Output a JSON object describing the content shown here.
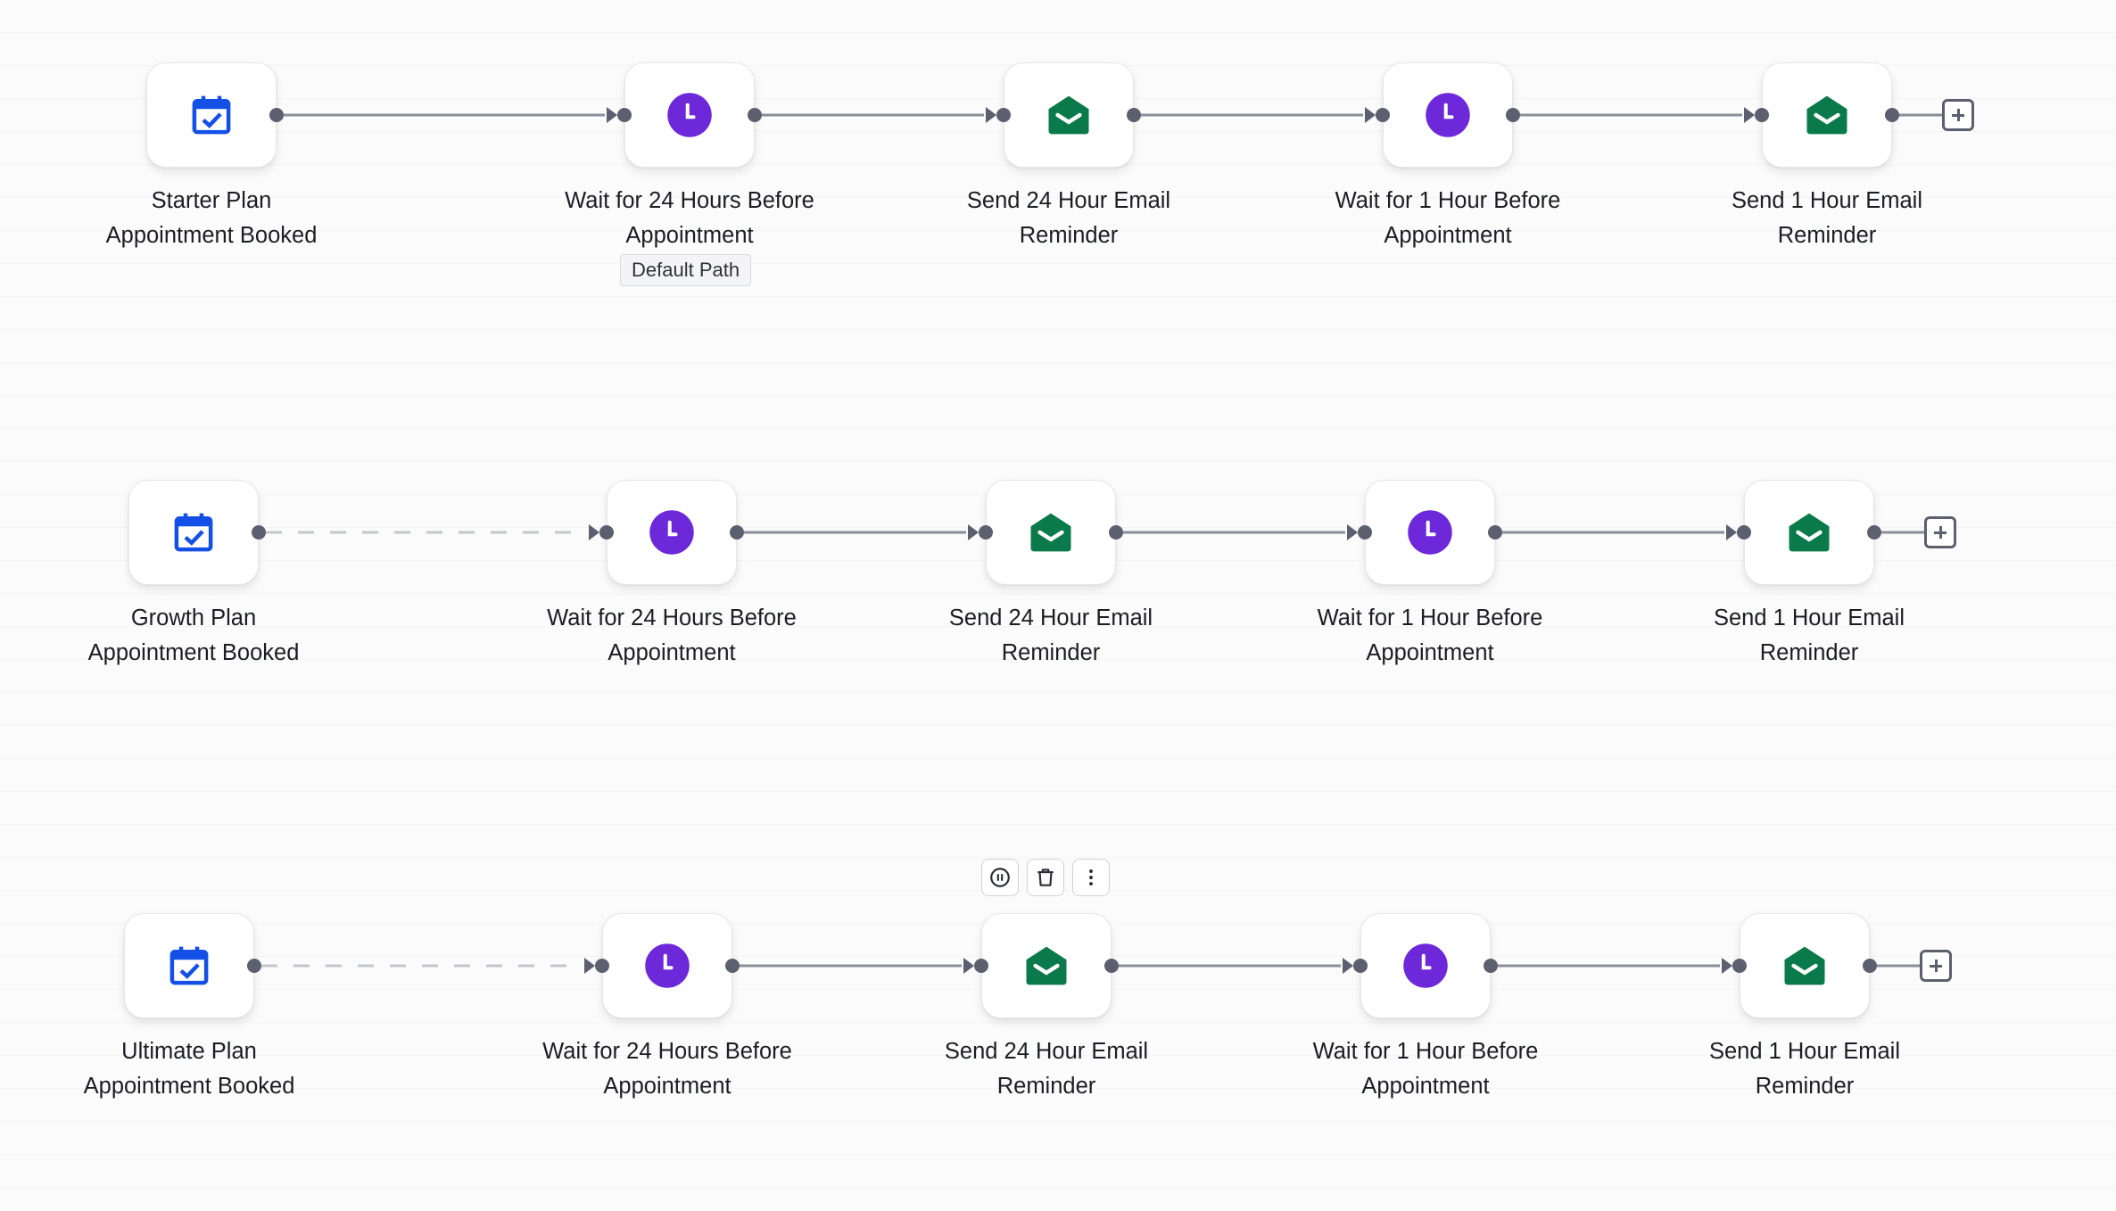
{
  "colors": {
    "trigger_icon": "#1450e6",
    "wait_icon": "#6d28d9",
    "email_icon": "#0b7a4b",
    "connector": "#5b5f6e",
    "dashed_connector": "#c4c6cc"
  },
  "workflows": [
    {
      "trigger": {
        "label_line1": "Starter Plan",
        "label_line2": "Appointment Booked",
        "icon": "calendar-check-icon"
      },
      "steps": [
        {
          "type": "wait",
          "icon": "clock-icon",
          "label_line1": "Wait for 24 Hours Before",
          "label_line2": "Appointment",
          "badge": "Default Path"
        },
        {
          "type": "email",
          "icon": "envelope-icon",
          "label_line1": "Send 24 Hour Email",
          "label_line2": "Reminder"
        },
        {
          "type": "wait",
          "icon": "clock-icon",
          "label_line1": "Wait for 1 Hour Before",
          "label_line2": "Appointment"
        },
        {
          "type": "email",
          "icon": "envelope-icon",
          "label_line1": "Send 1 Hour Email",
          "label_line2": "Reminder"
        }
      ]
    },
    {
      "trigger": {
        "label_line1": "Growth Plan",
        "label_line2": "Appointment Booked",
        "icon": "calendar-check-icon"
      },
      "steps": [
        {
          "type": "wait",
          "icon": "clock-icon",
          "label_line1": "Wait for 24 Hours Before",
          "label_line2": "Appointment"
        },
        {
          "type": "email",
          "icon": "envelope-icon",
          "label_line1": "Send 24 Hour Email",
          "label_line2": "Reminder"
        },
        {
          "type": "wait",
          "icon": "clock-icon",
          "label_line1": "Wait for 1 Hour Before",
          "label_line2": "Appointment"
        },
        {
          "type": "email",
          "icon": "envelope-icon",
          "label_line1": "Send 1 Hour Email",
          "label_line2": "Reminder"
        }
      ]
    },
    {
      "trigger": {
        "label_line1": "Ultimate Plan",
        "label_line2": "Appointment Booked",
        "icon": "calendar-check-icon"
      },
      "steps": [
        {
          "type": "wait",
          "icon": "clock-icon",
          "label_line1": "Wait for 24 Hours Before",
          "label_line2": "Appointment"
        },
        {
          "type": "email",
          "icon": "envelope-icon",
          "label_line1": "Send 24 Hour Email",
          "label_line2": "Reminder"
        },
        {
          "type": "wait",
          "icon": "clock-icon",
          "label_line1": "Wait for 1 Hour Before",
          "label_line2": "Appointment"
        },
        {
          "type": "email",
          "icon": "envelope-icon",
          "label_line1": "Send 1 Hour Email",
          "label_line2": "Reminder"
        }
      ]
    }
  ],
  "node_toolbar": [
    {
      "name": "pause-button",
      "icon": "pause-icon"
    },
    {
      "name": "delete-button",
      "icon": "trash-icon"
    },
    {
      "name": "more-options-button",
      "icon": "more-vertical-icon"
    }
  ]
}
